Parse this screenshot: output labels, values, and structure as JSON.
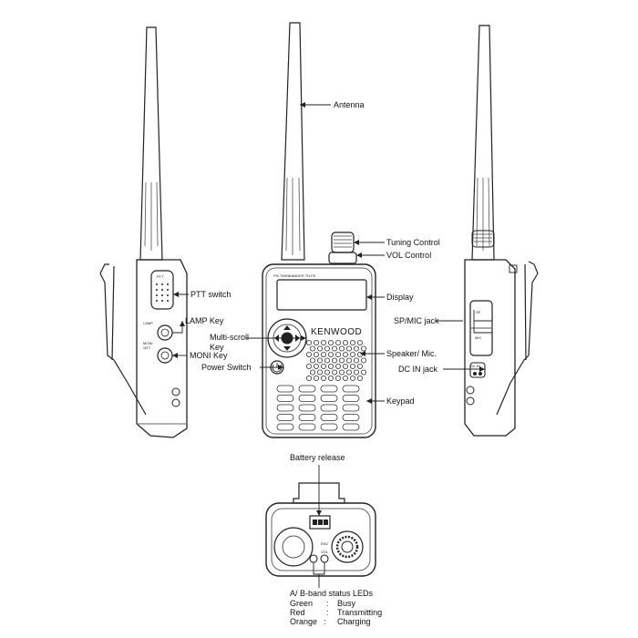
{
  "labels": {
    "antenna": "Antenna",
    "tuning_control": "Tuning Control",
    "vol_control": "VOL Control",
    "ptt_switch": "PTT switch",
    "display": "Display",
    "lamp_key": "LAMP Key",
    "sp_mic_jack": "SP/MIC jack",
    "multi_scroll_key_1": "Multi-scroll",
    "multi_scroll_key_2": "Key",
    "moni_key": "MONI Key",
    "speaker_mic": "Speaker/ Mic.",
    "power_switch": "Power Switch",
    "dc_in_jack": "DC IN jack",
    "keypad": "Keypad",
    "battery_release": "Battery release",
    "leds_title": "A/ B-band status LEDs"
  },
  "led_legend": [
    {
      "color": "Green",
      "sep": ":",
      "meaning": "Busy"
    },
    {
      "color": "Red",
      "sep": ":",
      "meaning": "Transmitting"
    },
    {
      "color": "Orange",
      "sep": ":",
      "meaning": "Charging"
    }
  ],
  "device_text": {
    "brand": "KENWOOD",
    "model": "FM TWINBANDER TH-F6",
    "ptt": "PTT",
    "lamp": "LAMP",
    "moni": "MONI",
    "att": "/ATT",
    "sp": "SP",
    "mic": "MIC",
    "dcin": "DC IN",
    "enc": "ENC",
    "vol": "VOL"
  }
}
